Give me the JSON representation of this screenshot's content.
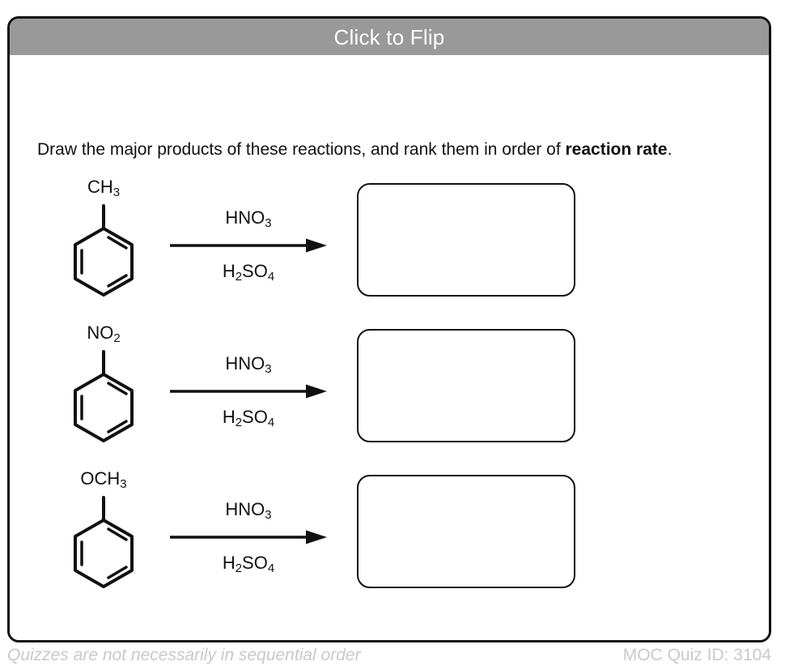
{
  "card": {
    "header_title": "Click to Flip",
    "prompt_plain": "Draw the major products of these reactions, and rank them in order of reaction rate.",
    "prompt_lead": "Draw the major products of these reactions, and rank them in order of ",
    "prompt_emphasis": "reaction rate",
    "prompt_tail": "."
  },
  "reactions": [
    {
      "substrate_name": "toluene",
      "substrate_label_main": "CH",
      "substrate_label_sub": "3",
      "reagent_top_main": "HNO",
      "reagent_top_sub": "3",
      "reagent_bottom_pre": "H",
      "reagent_bottom_sub1": "2",
      "reagent_bottom_mid": "SO",
      "reagent_bottom_sub2": "4",
      "answer": ""
    },
    {
      "substrate_name": "nitrobenzene",
      "substrate_label_main": "NO",
      "substrate_label_sub": "2",
      "reagent_top_main": "HNO",
      "reagent_top_sub": "3",
      "reagent_bottom_pre": "H",
      "reagent_bottom_sub1": "2",
      "reagent_bottom_mid": "SO",
      "reagent_bottom_sub2": "4",
      "answer": ""
    },
    {
      "substrate_name": "anisole",
      "substrate_label_main": "OCH",
      "substrate_label_sub": "3",
      "reagent_top_main": "HNO",
      "reagent_top_sub": "3",
      "reagent_bottom_pre": "H",
      "reagent_bottom_sub1": "2",
      "reagent_bottom_mid": "SO",
      "reagent_bottom_sub2": "4",
      "answer": ""
    }
  ],
  "footer": {
    "note": "Quizzes are not necessarily in sequential order",
    "quiz_id": "MOC Quiz ID: 3104"
  },
  "colors": {
    "header_gray": "#999999",
    "ink": "#111111",
    "footer_gray": "#c9c9c9",
    "page_white": "#ffffff"
  }
}
